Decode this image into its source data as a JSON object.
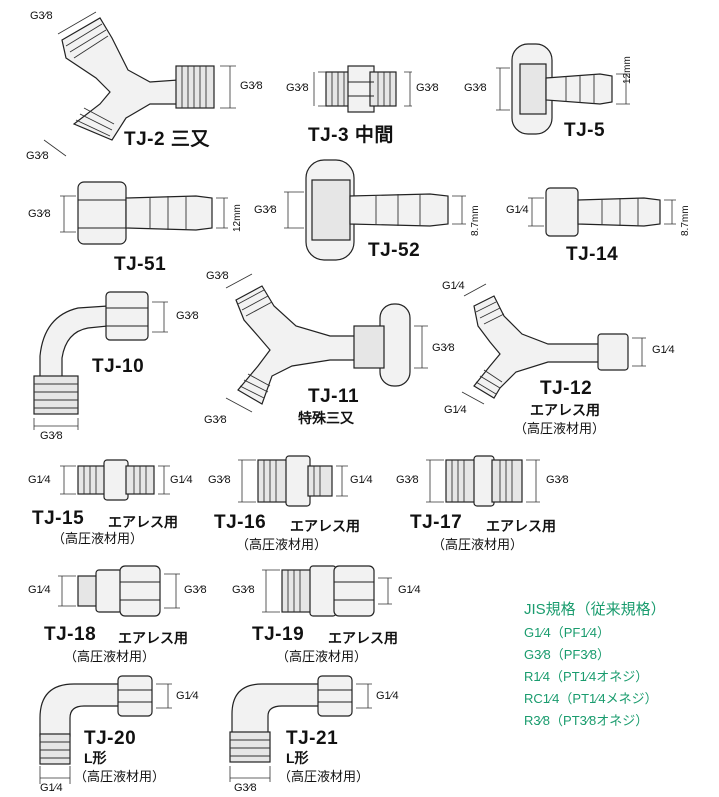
{
  "labels": {
    "tj2": "TJ-2 三又",
    "tj3": "TJ-3 中間",
    "tj5": "TJ-5",
    "tj51": "TJ-51",
    "tj52": "TJ-52",
    "tj14": "TJ-14",
    "tj10": "TJ-10",
    "tj11": "TJ-11",
    "tj11_sub": "特殊三又",
    "tj12": "TJ-12",
    "tj15": "TJ-15",
    "tj16": "TJ-16",
    "tj17": "TJ-17",
    "tj18": "TJ-18",
    "tj19": "TJ-19",
    "tj20": "TJ-20",
    "tj21": "TJ-21",
    "airless": "エアレス用",
    "high_pressure": "（高圧液材用）",
    "l_shape": "L形"
  },
  "dims": {
    "g38": "G3⁄8",
    "g14": "G1⁄4",
    "mm12": "12mm",
    "mm87": "8.7mm"
  },
  "legend": {
    "title": "JIS規格（従来規格）",
    "items": [
      "G1⁄4（PF1⁄4）",
      "G3⁄8（PF3⁄8）",
      "R1⁄4（PT1⁄4オネジ）",
      "RC1⁄4（PT1⁄4メネジ）",
      "R3⁄8（PT3⁄8オネジ）"
    ],
    "color": "#1a9c6e"
  }
}
